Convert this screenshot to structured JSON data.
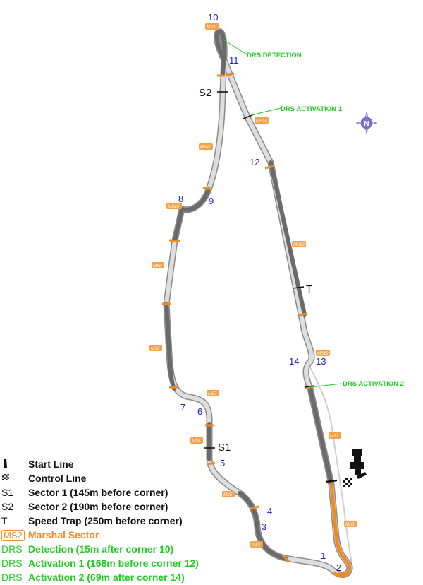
{
  "corners": [
    {
      "label": "10"
    },
    {
      "label": "11"
    },
    {
      "label": "12"
    },
    {
      "label": "9"
    },
    {
      "label": "8"
    },
    {
      "label": "14"
    },
    {
      "label": "13"
    },
    {
      "label": "7"
    },
    {
      "label": "6"
    },
    {
      "label": "5"
    },
    {
      "label": "4"
    },
    {
      "label": "3"
    },
    {
      "label": "1"
    },
    {
      "label": "2"
    }
  ],
  "sector_marks": {
    "s1": "S1",
    "s2": "S2",
    "speed_trap": "T"
  },
  "drs_labels": {
    "detection": "DRS DETECTION",
    "activation1": "DRS ACTIVATION 1",
    "activation2": "DRS ACTIVATION 2"
  },
  "marshal_sectors": [
    "MS1",
    "MS2",
    "MS3",
    "MS4",
    "MS5",
    "MS6",
    "MS7",
    "MS8",
    "MS9",
    "MS10",
    "MS11",
    "MS12",
    "MS13",
    "MS14"
  ],
  "compass": {
    "label": "N"
  },
  "legend": [
    {
      "symbol": "",
      "text": "Start Line",
      "style": "normal",
      "icon": "start-line-icon"
    },
    {
      "symbol": "",
      "text": "Control Line",
      "style": "normal",
      "icon": "chequered-flag-icon"
    },
    {
      "symbol": "S1",
      "text": "Sector 1  (145m before corner)",
      "style": "normal"
    },
    {
      "symbol": "S2",
      "text": "Sector 2  (190m before corner)",
      "style": "normal"
    },
    {
      "symbol": "T",
      "text": "Speed Trap (250m before corner)",
      "style": "normal"
    },
    {
      "symbol": "MS2",
      "text": "Marshal Sector",
      "style": "orange"
    },
    {
      "symbol": "DRS",
      "text": "Detection  (15m after corner 10)",
      "style": "green"
    },
    {
      "symbol": "DRS",
      "text": "Activation 1  (168m before corner 12)",
      "style": "green"
    },
    {
      "symbol": "DRS",
      "text": "Activation 2  (69m after corner 14)",
      "style": "green"
    }
  ],
  "colors": {
    "track_light": "#d6d6d6",
    "track_dark": "#6a6a6a",
    "track_outline": "#8a8a8a",
    "marshal": "#f08a24",
    "drs": "#22cc22",
    "corner_text": "#1a1acc",
    "compass": "#7a6fd0"
  }
}
